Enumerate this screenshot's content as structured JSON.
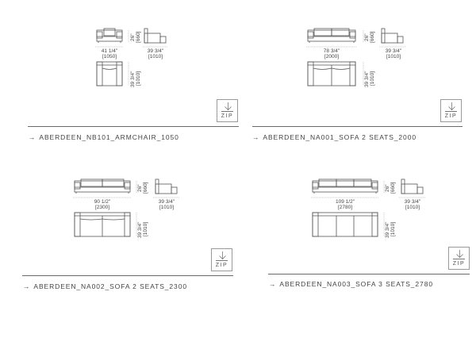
{
  "products": [
    {
      "name": "ABERDEEN_NB101_ARMCHAIR_1050",
      "width_in": "41 1/4\"",
      "width_mm": "[1050]",
      "height_in": "26\"",
      "height_mm": "[660]",
      "depth_in": "39 3/4\"",
      "depth_mm": "[1010]",
      "seats": 1,
      "download_label": "ZIP",
      "download_icon": "download-arrow-icon",
      "link_icon": "arrow-right-icon"
    },
    {
      "name": "ABERDEEN_NA001_SOFA 2 SEATS_2000",
      "width_in": "78 3/4\"",
      "width_mm": "[2000]",
      "height_in": "26\"",
      "height_mm": "[660]",
      "depth_in": "39 3/4\"",
      "depth_mm": "[1010]",
      "seats": 2,
      "download_label": "ZIP",
      "download_icon": "download-arrow-icon",
      "link_icon": "arrow-right-icon"
    },
    {
      "name": "ABERDEEN_NA002_SOFA 2 SEATS_2300",
      "width_in": "90 1/2\"",
      "width_mm": "[2300]",
      "height_in": "26\"",
      "height_mm": "[660]",
      "depth_in": "39 3/4\"",
      "depth_mm": "[1010]",
      "seats": 2,
      "download_label": "ZIP",
      "download_icon": "download-arrow-icon",
      "link_icon": "arrow-right-icon"
    },
    {
      "name": "ABERDEEN_NA003_SOFA 3 SEATS_2780",
      "width_in": "109 1/2\"",
      "width_mm": "[2780]",
      "height_in": "26\"",
      "height_mm": "[660]",
      "depth_in": "39 3/4\"",
      "depth_mm": "[1010]",
      "seats": 3,
      "download_label": "ZIP",
      "download_icon": "download-arrow-icon",
      "link_icon": "arrow-right-icon"
    }
  ],
  "arrow_glyph": "→"
}
